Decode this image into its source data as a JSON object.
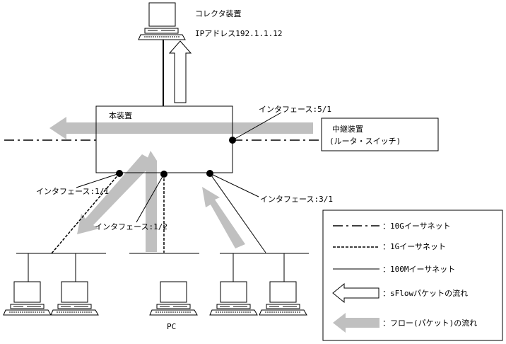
{
  "collector": {
    "title": "コレクタ装置",
    "address": "IPアドレス192.1.1.12"
  },
  "device": {
    "label": "本装置"
  },
  "relay": {
    "line1": "中継装置",
    "line2": "(ルータ・スイッチ)"
  },
  "interfaces": {
    "if_5_1": "インタフェース:5/1",
    "if_1_1": "インタフェース:1/1",
    "if_1_2": "インタフェース:1/2",
    "if_3_1": "インタフェース:3/1"
  },
  "pc_label": "PC",
  "legend": {
    "items": [
      {
        "key": "ten_g",
        "label": "：10Gイーサネット"
      },
      {
        "key": "one_g",
        "label": "：1Gイーサネット"
      },
      {
        "key": "hundred_m",
        "label": "：100Mイーサネット"
      },
      {
        "key": "sflow",
        "label": "：sFlowパケットの流れ"
      },
      {
        "key": "flow",
        "label": "：フロー(パケット)の流れ"
      }
    ]
  },
  "colors": {
    "line": "#000000",
    "flow_arrow": "#c0c0c0",
    "background": "#ffffff"
  }
}
